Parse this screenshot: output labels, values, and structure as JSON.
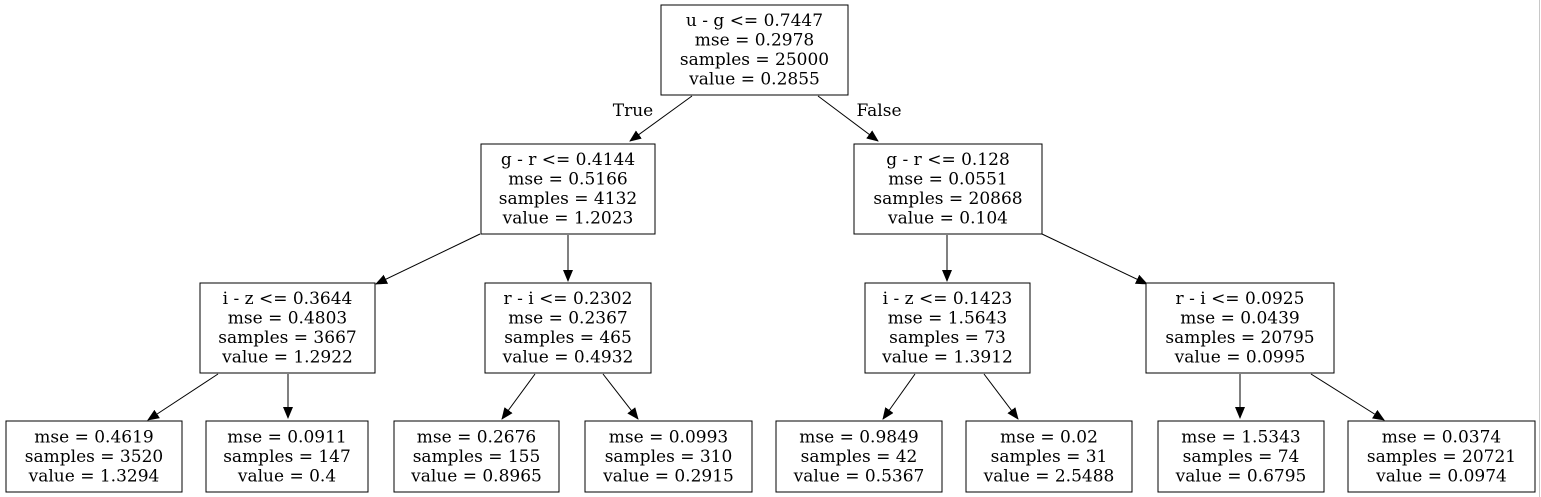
{
  "tree": {
    "nodes": [
      {
        "id": "n0",
        "lines": [
          "u - g <= 0.7447",
          "mse = 0.2978",
          "samples = 25000",
          "value = 0.2855"
        ]
      },
      {
        "id": "n1",
        "lines": [
          "g - r <= 0.4144",
          "mse = 0.5166",
          "samples = 4132",
          "value = 1.2023"
        ]
      },
      {
        "id": "n2",
        "lines": [
          "g - r <= 0.128",
          "mse = 0.0551",
          "samples = 20868",
          "value = 0.104"
        ]
      },
      {
        "id": "n3",
        "lines": [
          "i - z <= 0.3644",
          "mse = 0.4803",
          "samples = 3667",
          "value = 1.2922"
        ]
      },
      {
        "id": "n4",
        "lines": [
          "r - i <= 0.2302",
          "mse = 0.2367",
          "samples = 465",
          "value = 0.4932"
        ]
      },
      {
        "id": "n5",
        "lines": [
          "i - z <= 0.1423",
          "mse = 1.5643",
          "samples = 73",
          "value = 1.3912"
        ]
      },
      {
        "id": "n6",
        "lines": [
          "r - i <= 0.0925",
          "mse = 0.0439",
          "samples = 20795",
          "value = 0.0995"
        ]
      },
      {
        "id": "n7",
        "lines": [
          "mse = 0.4619",
          "samples = 3520",
          "value = 1.3294"
        ]
      },
      {
        "id": "n8",
        "lines": [
          "mse = 0.0911",
          "samples = 147",
          "value = 0.4"
        ]
      },
      {
        "id": "n9",
        "lines": [
          "mse = 0.2676",
          "samples = 155",
          "value = 0.8965"
        ]
      },
      {
        "id": "n10",
        "lines": [
          "mse = 0.0993",
          "samples = 310",
          "value = 0.2915"
        ]
      },
      {
        "id": "n11",
        "lines": [
          "mse = 0.9849",
          "samples = 42",
          "value = 0.5367"
        ]
      },
      {
        "id": "n12",
        "lines": [
          "mse = 0.02",
          "samples = 31",
          "value = 2.5488"
        ]
      },
      {
        "id": "n13",
        "lines": [
          "mse = 1.5343",
          "samples = 74",
          "value = 0.6795"
        ]
      },
      {
        "id": "n14",
        "lines": [
          "mse = 0.0374",
          "samples = 20721",
          "value = 0.0974"
        ]
      }
    ],
    "edges": [
      {
        "from": "n0",
        "to": "n1",
        "label": "True"
      },
      {
        "from": "n0",
        "to": "n2",
        "label": "False"
      },
      {
        "from": "n1",
        "to": "n3",
        "label": ""
      },
      {
        "from": "n1",
        "to": "n4",
        "label": ""
      },
      {
        "from": "n2",
        "to": "n5",
        "label": ""
      },
      {
        "from": "n2",
        "to": "n6",
        "label": ""
      },
      {
        "from": "n3",
        "to": "n7",
        "label": ""
      },
      {
        "from": "n3",
        "to": "n8",
        "label": ""
      },
      {
        "from": "n4",
        "to": "n9",
        "label": ""
      },
      {
        "from": "n4",
        "to": "n10",
        "label": ""
      },
      {
        "from": "n5",
        "to": "n11",
        "label": ""
      },
      {
        "from": "n5",
        "to": "n12",
        "label": ""
      },
      {
        "from": "n6",
        "to": "n13",
        "label": ""
      },
      {
        "from": "n6",
        "to": "n14",
        "label": ""
      }
    ]
  }
}
